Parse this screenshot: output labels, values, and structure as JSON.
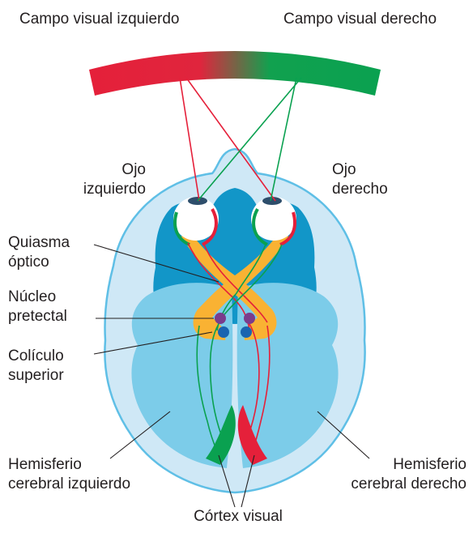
{
  "labels": {
    "left_visual_field": "Campo visual izquierdo",
    "right_visual_field": "Campo visual derecho",
    "left_eye": [
      "Ojo",
      "izquierdo"
    ],
    "right_eye": [
      "Ojo",
      "derecho"
    ],
    "optic_chiasm": [
      "Quiasma",
      "óptico"
    ],
    "pretectal_nucleus": [
      "Núcleo",
      "pretectal"
    ],
    "superior_colliculus": [
      "Colículo",
      "superior"
    ],
    "left_hemisphere": [
      "Hemisferio",
      "cerebral izquierdo"
    ],
    "right_hemisphere": [
      "Hemisferio",
      "cerebral derecho"
    ],
    "visual_cortex": "Córtex visual"
  },
  "colors": {
    "left_field": "#e5203a",
    "right_field": "#0aa150",
    "head_fill": "#cfe8f6",
    "head_outline": "#5fbfe6",
    "brain_dark": "#1296c8",
    "brain_light": "#7ccce9",
    "optic_tract": "#f9b233",
    "pretectal": "#7a3c8c",
    "colliculus": "#1a64b0"
  }
}
